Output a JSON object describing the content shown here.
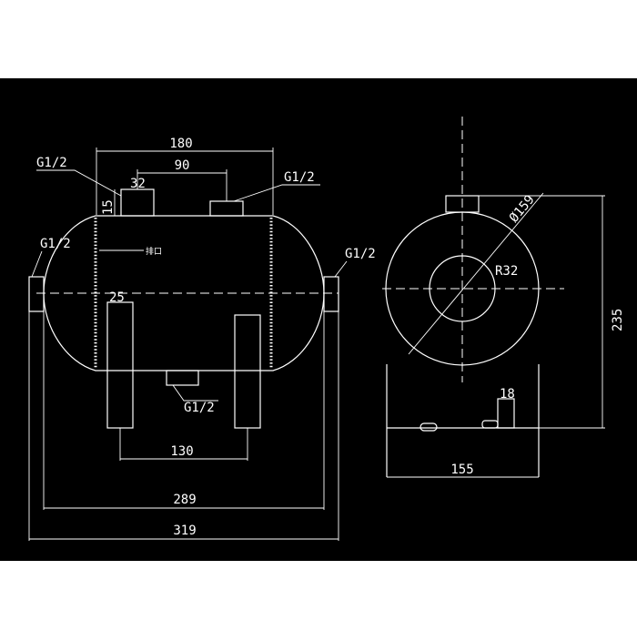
{
  "colors": {
    "background": "#000000",
    "frame": "#ffffff",
    "line": "#ffffff"
  },
  "front_view": {
    "dims": {
      "d180": "180",
      "d90": "90",
      "d32": "32",
      "d15": "15",
      "d25": "25",
      "d130": "130",
      "d289": "289",
      "d319": "319"
    },
    "labels": {
      "g_top_left": "G1/2",
      "g_top_right": "G1/2",
      "g_left": "G1/2",
      "g_right": "G1/2",
      "g_bottom": "G1/2",
      "side_note": "排口"
    }
  },
  "side_view": {
    "dims": {
      "dia159": "Ø159",
      "r32": "R32",
      "d235": "235",
      "d18": "18",
      "d155": "155"
    }
  }
}
